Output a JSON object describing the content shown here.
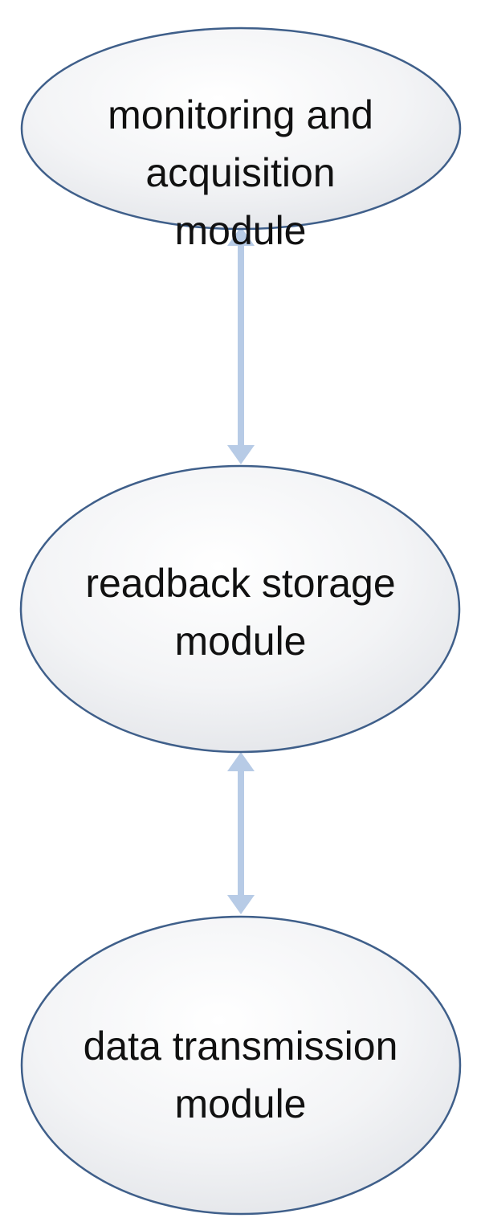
{
  "diagram": {
    "nodes": [
      {
        "id": "monitoring",
        "lines": [
          "monitoring and",
          "acquisition",
          "module"
        ]
      },
      {
        "id": "readback",
        "lines": [
          "readback storage",
          "module"
        ]
      },
      {
        "id": "transmission",
        "lines": [
          "data transmission",
          "module"
        ]
      }
    ],
    "edges": [
      {
        "from": "monitoring",
        "to": "readback",
        "direction": "bidirectional"
      },
      {
        "from": "readback",
        "to": "transmission",
        "direction": "bidirectional"
      }
    ],
    "colors": {
      "ellipse_stroke": "#3f5f8a",
      "ellipse_fill_light": "#ffffff",
      "ellipse_fill_dark": "#e4e6ea",
      "arrow": "#b7cbe6",
      "text": "#111111"
    }
  }
}
